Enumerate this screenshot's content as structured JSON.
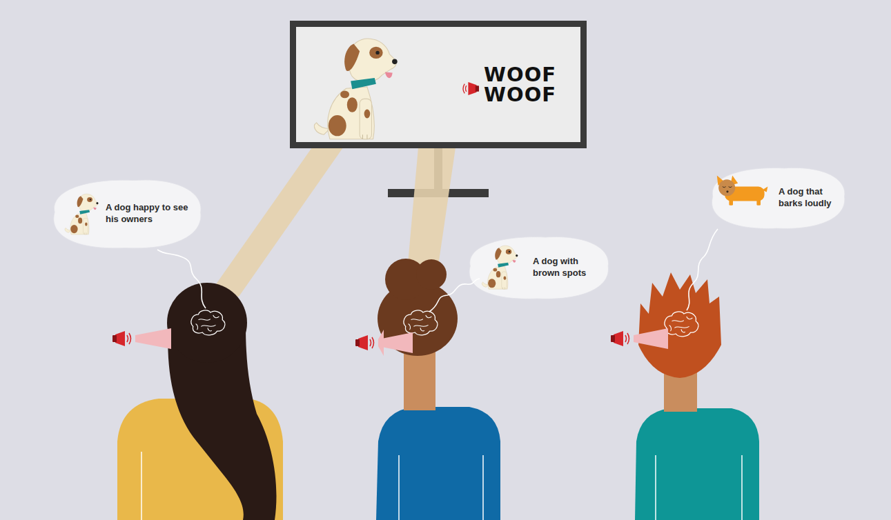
{
  "diagram": {
    "nodes": [
      {
        "text": [
          "WOOF WOOF"
        ]
      },
      {
        "text": [
          "A dog happy to see his owners"
        ]
      },
      {
        "text": [
          "A dog with brown spots"
        ]
      },
      {
        "text": [
          "A dog that barks loudly"
        ]
      }
    ]
  }
}
